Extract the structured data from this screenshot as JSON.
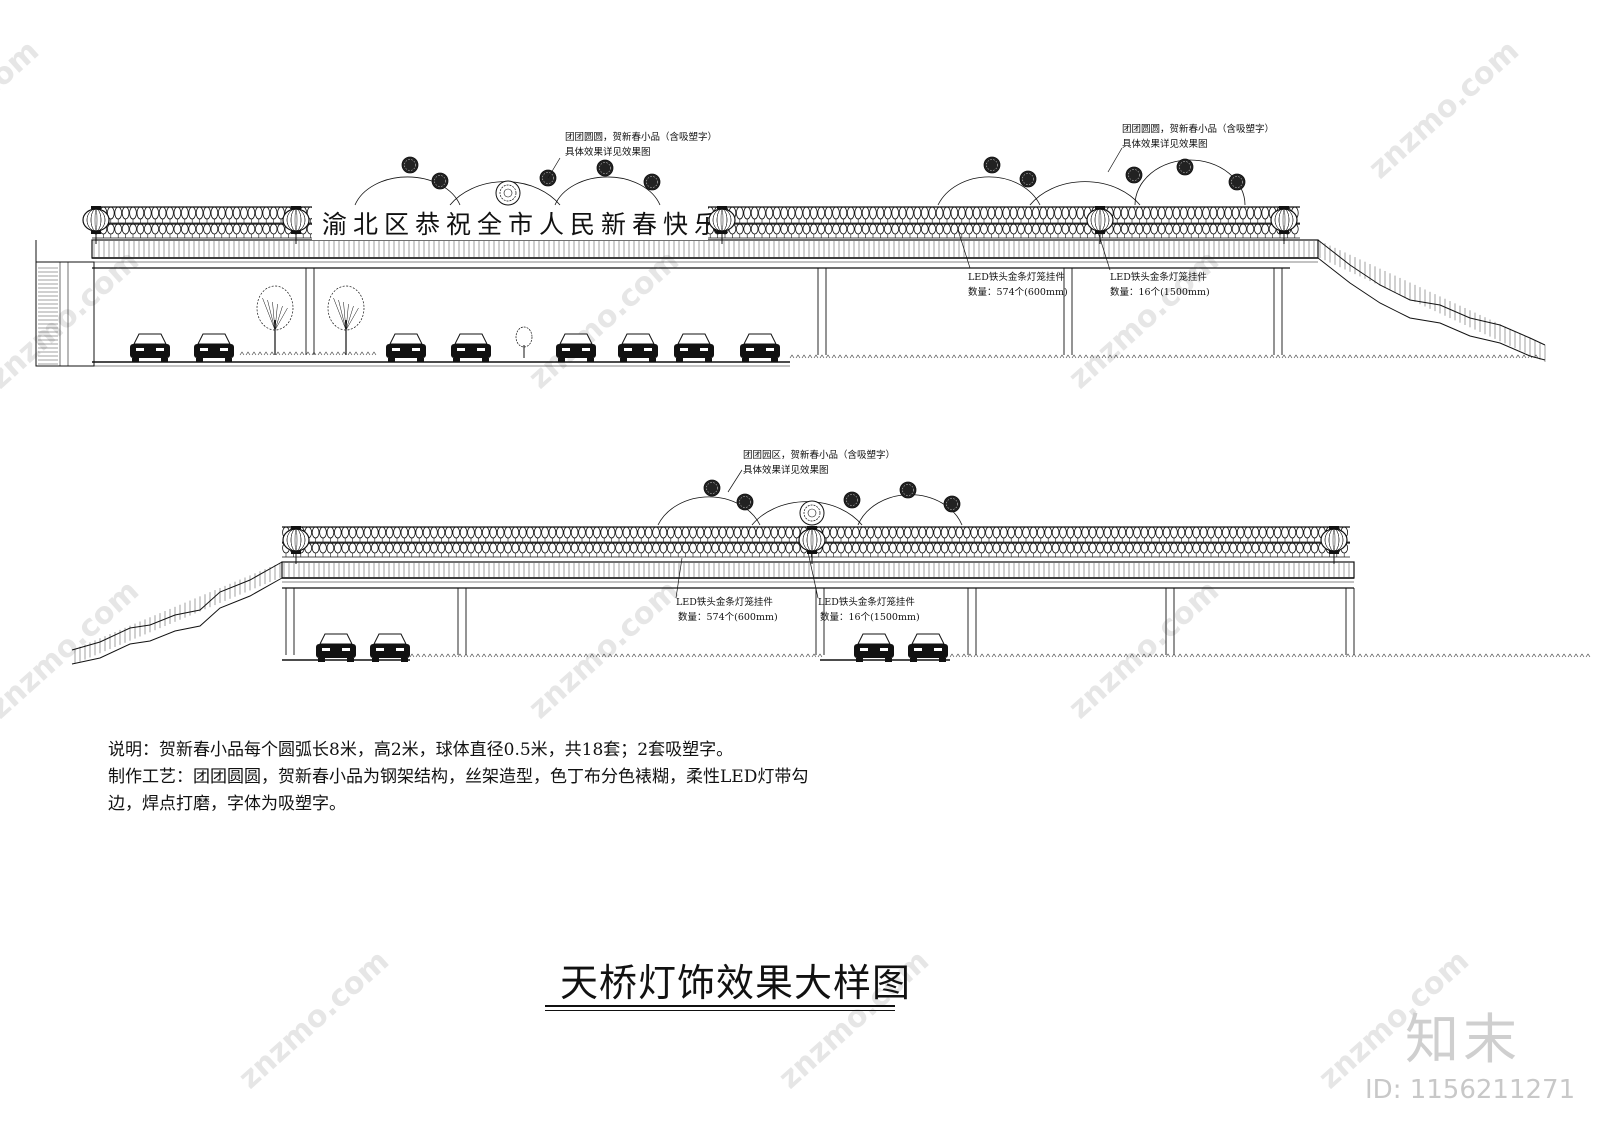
{
  "banner": "渝北区恭祝全市人民新春快乐",
  "top_elevation": {
    "callout_1": {
      "line1": "团团圆圆，贺新春小品（含吸塑字）",
      "line2": "具体效果详见效果图"
    },
    "callout_2": {
      "line1": "团团圆圆，贺新春小品（含吸塑字）",
      "line2": "具体效果详见效果图"
    },
    "led_1": {
      "line1": "LED铁头金条灯笼挂件",
      "line2": "数量：574个(600mm)"
    },
    "led_2": {
      "line1": "LED铁头金条灯笼挂件",
      "line2": "数量：16个(1500mm)"
    }
  },
  "bottom_elevation": {
    "callout": {
      "line1": "团团园区，贺新春小品（含吸塑字）",
      "line2": "具体效果详见效果图"
    },
    "led_1": {
      "line1": "LED铁头金条灯笼挂件",
      "line2": "数量：574个(600mm)"
    },
    "led_2": {
      "line1": "LED铁头金条灯笼挂件",
      "line2": "数量：16个(1500mm)"
    }
  },
  "notes": {
    "line1": "说明：贺新春小品每个圆弧长8米，高2米，球体直径0.5米，共18套；2套吸塑字。",
    "line2": "制作工艺：团团圆圆，贺新春小品为钢架结构，丝架造型，色丁布分色裱糊，柔性LED灯带勾",
    "line3": "边，焊点打磨，字体为吸塑字。"
  },
  "title": "天桥灯饰效果大样图",
  "brand": {
    "name": "知末",
    "id": "ID: 1156211271"
  },
  "watermark": "znzmo.com"
}
